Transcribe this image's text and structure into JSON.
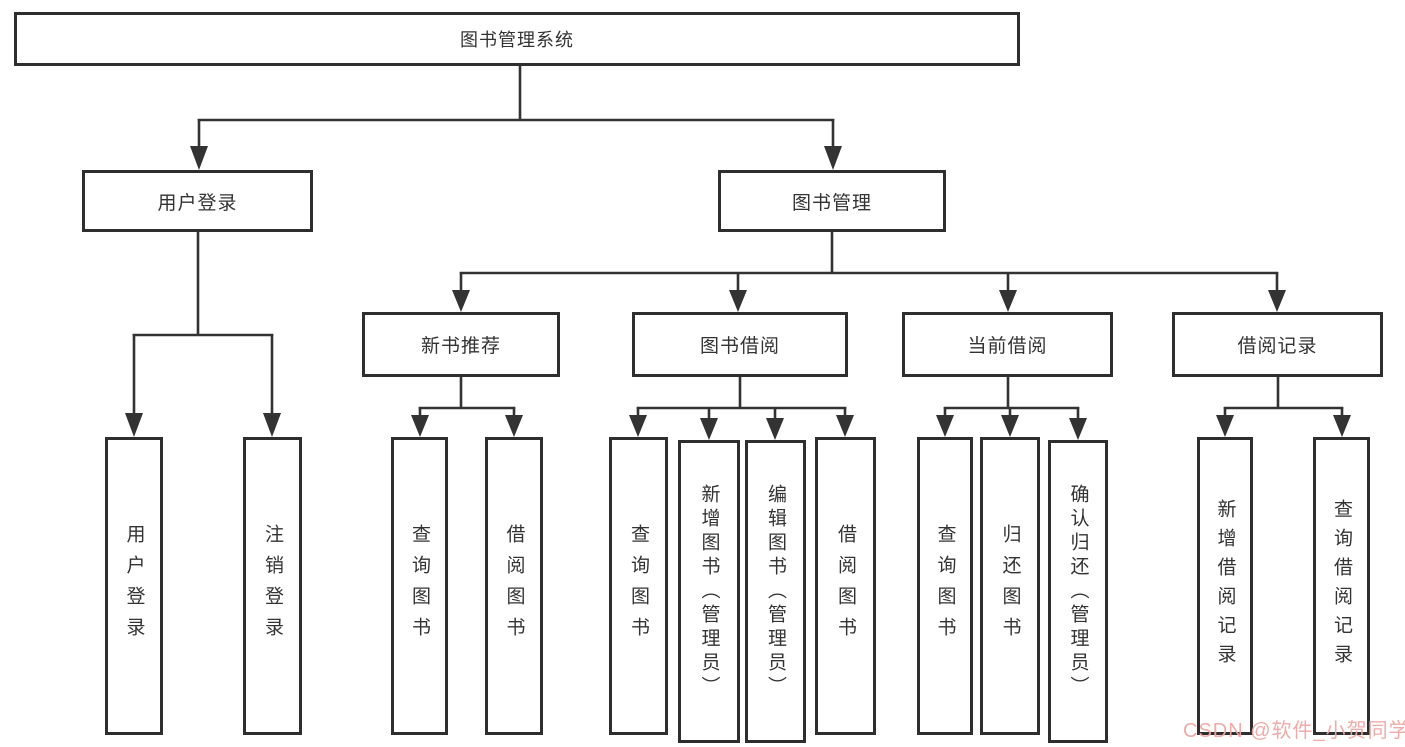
{
  "tree": {
    "root": "图书管理系统",
    "branches": [
      {
        "label": "用户登录",
        "children": [
          "用户登录",
          "注销登录"
        ]
      },
      {
        "label": "图书管理",
        "groups": [
          {
            "label": "新书推荐",
            "children": [
              "查询图书",
              "借阅图书"
            ]
          },
          {
            "label": "图书借阅",
            "children": [
              "查询图书",
              "新增图书（管理员）",
              "编辑图书（管理员）",
              "借阅图书"
            ]
          },
          {
            "label": "当前借阅",
            "children": [
              "查询图书",
              "归还图书",
              "确认归还（管理员）"
            ]
          },
          {
            "label": "借阅记录",
            "children": [
              "新增借阅记录",
              "查询借阅记录"
            ]
          }
        ]
      }
    ]
  },
  "watermark": "CSDN @软件_小贺同学",
  "colors": {
    "line": "#333333",
    "box_border": "#2e2e2e",
    "text": "#333333",
    "watermark": "#eea6a4",
    "background": "#ffffff"
  }
}
